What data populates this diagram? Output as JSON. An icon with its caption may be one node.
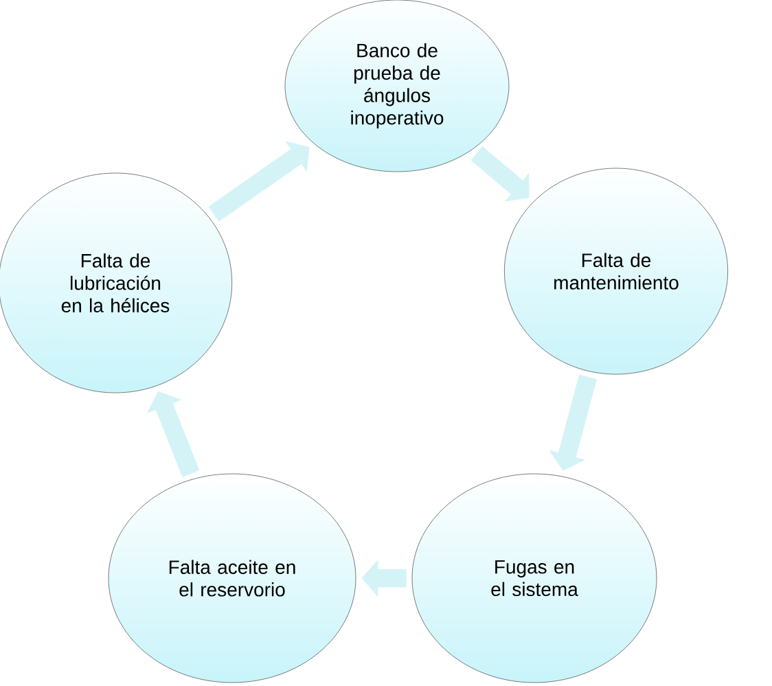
{
  "diagram": {
    "nodes": [
      {
        "text": [
          "Banco de prueba de ángulos inoperativo"
        ]
      },
      {
        "text": [
          "Falta de mantenimiento"
        ]
      },
      {
        "text": [
          "Fugas en el sistema"
        ]
      },
      {
        "text": [
          "Falta aceite en el reservorio"
        ]
      },
      {
        "text": [
          "Falta de lubricación en la hélices"
        ]
      }
    ],
    "edges": [
      {
        "from": 0,
        "to": 1,
        "arrow": "to"
      },
      {
        "from": 1,
        "to": 2,
        "arrow": "to"
      },
      {
        "from": 2,
        "to": 3,
        "arrow": "to"
      },
      {
        "from": 3,
        "to": 4,
        "arrow": "to"
      },
      {
        "from": 4,
        "to": 0,
        "arrow": "to"
      }
    ]
  }
}
